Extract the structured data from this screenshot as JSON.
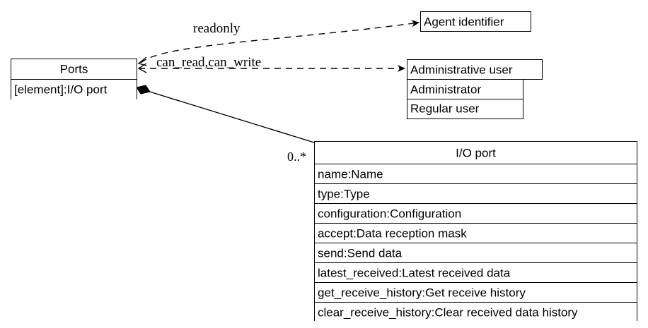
{
  "diagram": {
    "type": "uml-class-diagram",
    "background_color": "#ffffff",
    "line_color": "#000000",
    "text_color": "#000000"
  },
  "classes": {
    "ports": {
      "title": "Ports",
      "attributes": [
        "[element]:I/O port"
      ]
    },
    "agent_identifier": {
      "title": "Agent identifier",
      "attributes": []
    },
    "administrative_user": {
      "title": "Administrative user",
      "attributes": [
        "Administrator",
        "Regular user"
      ]
    },
    "io_port": {
      "title": "I/O port",
      "attributes": [
        "name:Name",
        "type:Type",
        "configuration:Configuration",
        "accept:Data reception mask",
        "send:Send data",
        "latest_received:Latest received data",
        "get_receive_history:Get receive history",
        "clear_receive_history:Clear received data history"
      ]
    }
  },
  "edges": {
    "readonly": {
      "label": "readonly",
      "style": "dashed",
      "from": "Ports",
      "to": "Agent identifier",
      "arrowhead": "open-arrow"
    },
    "can_read_can_write": {
      "label": "can_read,can_write",
      "style": "dashed",
      "from": "Ports",
      "to": "Administrative user",
      "arrowhead": "open-arrow"
    },
    "composition": {
      "label": "0..*",
      "style": "solid",
      "from": "Ports",
      "to": "I/O port",
      "source_decoration": "filled-diamond"
    }
  }
}
